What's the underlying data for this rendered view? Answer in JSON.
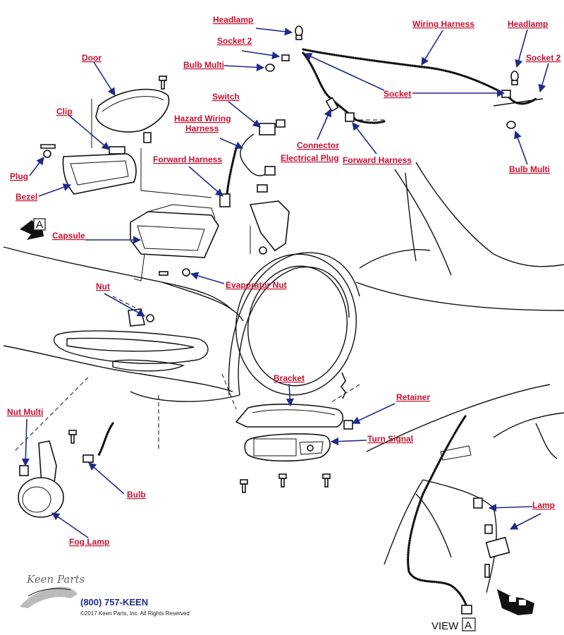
{
  "labels": {
    "headlamp_1": "Headlamp",
    "socket2_1": "Socket 2",
    "bulb_multi_1": "Bulb Multi",
    "wiring_harness": "Wiring Harness",
    "headlamp_2": "Headlamp",
    "socket2_2": "Socket 2",
    "socket": "Socket",
    "bulb_multi_2": "Bulb Multi",
    "door": "Door",
    "clip": "Clip",
    "switch": "Switch",
    "hazard_wiring_1": "Hazard Wiring",
    "hazard_wiring_2": "Harness",
    "connector": "Connector",
    "electrical_plug": "Electrical Plug",
    "forward_harness_1": "Forward Harness",
    "forward_harness_2": "Forward Harness",
    "plug": "Plug",
    "bezel": "Bezel",
    "capsule": "Capsule",
    "evaporator_nut": "Evaporator Nut",
    "nut": "Nut",
    "bracket": "Bracket",
    "retainer": "Retainer",
    "turn_signal": "Turn Signal",
    "nut_multi": "Nut Multi",
    "bulb": "Bulb",
    "fog_lamp": "Fog Lamp",
    "lamp": "Lamp"
  },
  "view_marker": {
    "letter": "A",
    "caption": "VIEW",
    "caption_letter": "A"
  },
  "footer": {
    "brand": "Keen Parts",
    "phone": "(800) 757-KEEN",
    "copyright": "©2017 Keen Parts, Inc. All Rights Reserved"
  },
  "colors": {
    "label": "#c8102e",
    "pointer": "#1f2a8a",
    "line": "#111111"
  }
}
